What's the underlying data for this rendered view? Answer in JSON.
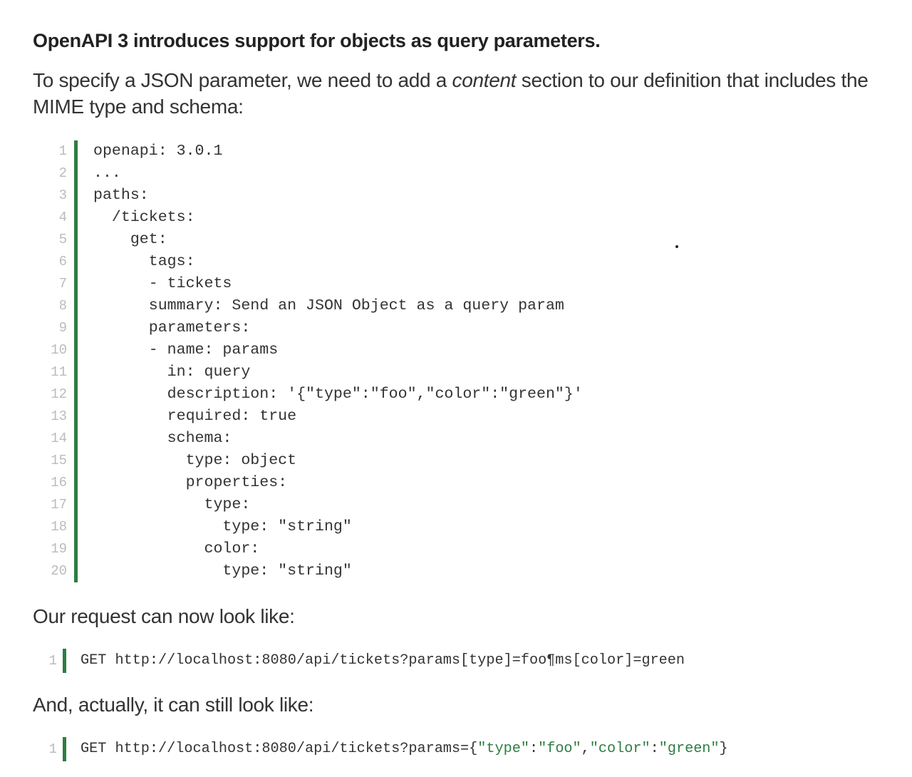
{
  "heading": "OpenAPI 3 introduces support for objects as query parameters.",
  "intro": {
    "before": "To specify a JSON parameter, we need to add a ",
    "emph": "content",
    "after": " section to our definition that includes the MIME type and schema:"
  },
  "code_block": [
    "openapi: 3.0.1",
    "...",
    "paths:",
    "  /tickets:",
    "    get:",
    "      tags:",
    "      - tickets",
    "      summary: Send an JSON Object as a query param",
    "      parameters:",
    "      - name: params",
    "        in: query",
    "        description: '{\"type\":\"foo\",\"color\":\"green\"}'",
    "        required: true",
    "        schema:",
    "          type: object",
    "          properties:",
    "            type:",
    "              type: \"string\"",
    "            color:",
    "              type: \"string\""
  ],
  "para2": "Our request can now look like:",
  "request1": {
    "line": "1",
    "text": "GET http://localhost:8080/api/tickets?params[type]=foo¶ms[color]=green"
  },
  "para3": "And, actually, it can still look like:",
  "request2": {
    "line": "1",
    "prefix": "GET http://localhost:8080/api/tickets?params={",
    "k1": "\"type\"",
    "c1": ":",
    "v1": "\"foo\"",
    "comma": ",",
    "k2": "\"color\"",
    "c2": ":",
    "v2": "\"green\"",
    "suffix": "}"
  }
}
